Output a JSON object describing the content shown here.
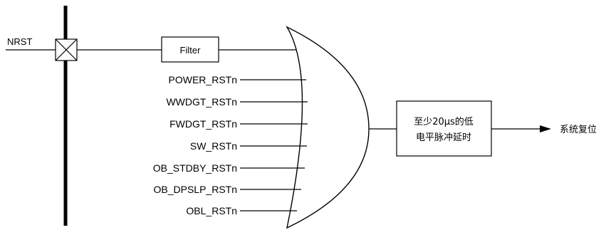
{
  "input": {
    "nrst_label": "NRST"
  },
  "filter": {
    "label": "Filter"
  },
  "signals": [
    "POWER_RSTn",
    "WWDGT_RSTn",
    "FWDGT_RSTn",
    "SW_RSTn",
    "OB_STDBY_RSTn",
    "OB_DPSLP_RSTn",
    "OBL_RSTn"
  ],
  "delay_box": {
    "line1": "至少20μs的低",
    "line2": "电平脉冲延时"
  },
  "output": {
    "label": "系统复位"
  }
}
